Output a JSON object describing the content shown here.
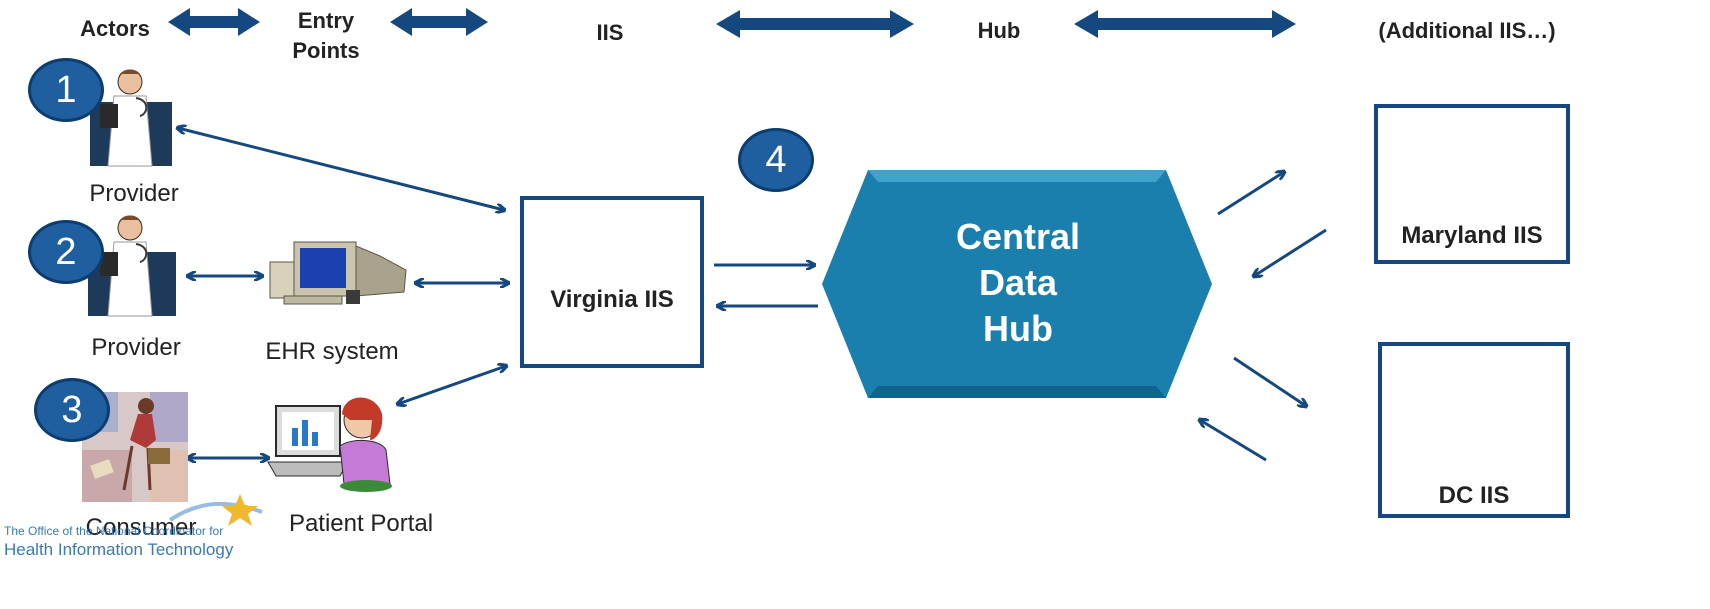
{
  "header": {
    "actors": "Actors",
    "entry_points_line1": "Entry",
    "entry_points_line2": "Points",
    "iis": "IIS",
    "hub": "Hub",
    "additional": "(Additional IIS…)"
  },
  "steps": [
    "1",
    "2",
    "3",
    "4"
  ],
  "actors": {
    "provider_1": "Provider",
    "provider_2": "Provider",
    "consumer": "Consumer"
  },
  "entry_points": {
    "ehr": "EHR system",
    "portal": "Patient Portal"
  },
  "virginia": {
    "label": "Virginia IIS"
  },
  "hub": {
    "line1": "Central",
    "line2": "Data",
    "line3": "Hub"
  },
  "maryland": {
    "label": "Maryland IIS"
  },
  "dc": {
    "label": "DC IIS"
  },
  "watermark": {
    "line1": "The Office of the National Coordinator for",
    "line2": "Health Information Technology"
  },
  "colors": {
    "arrow": "#15487e",
    "hub": "#1a7fad",
    "badge": "#1f5fa0"
  }
}
